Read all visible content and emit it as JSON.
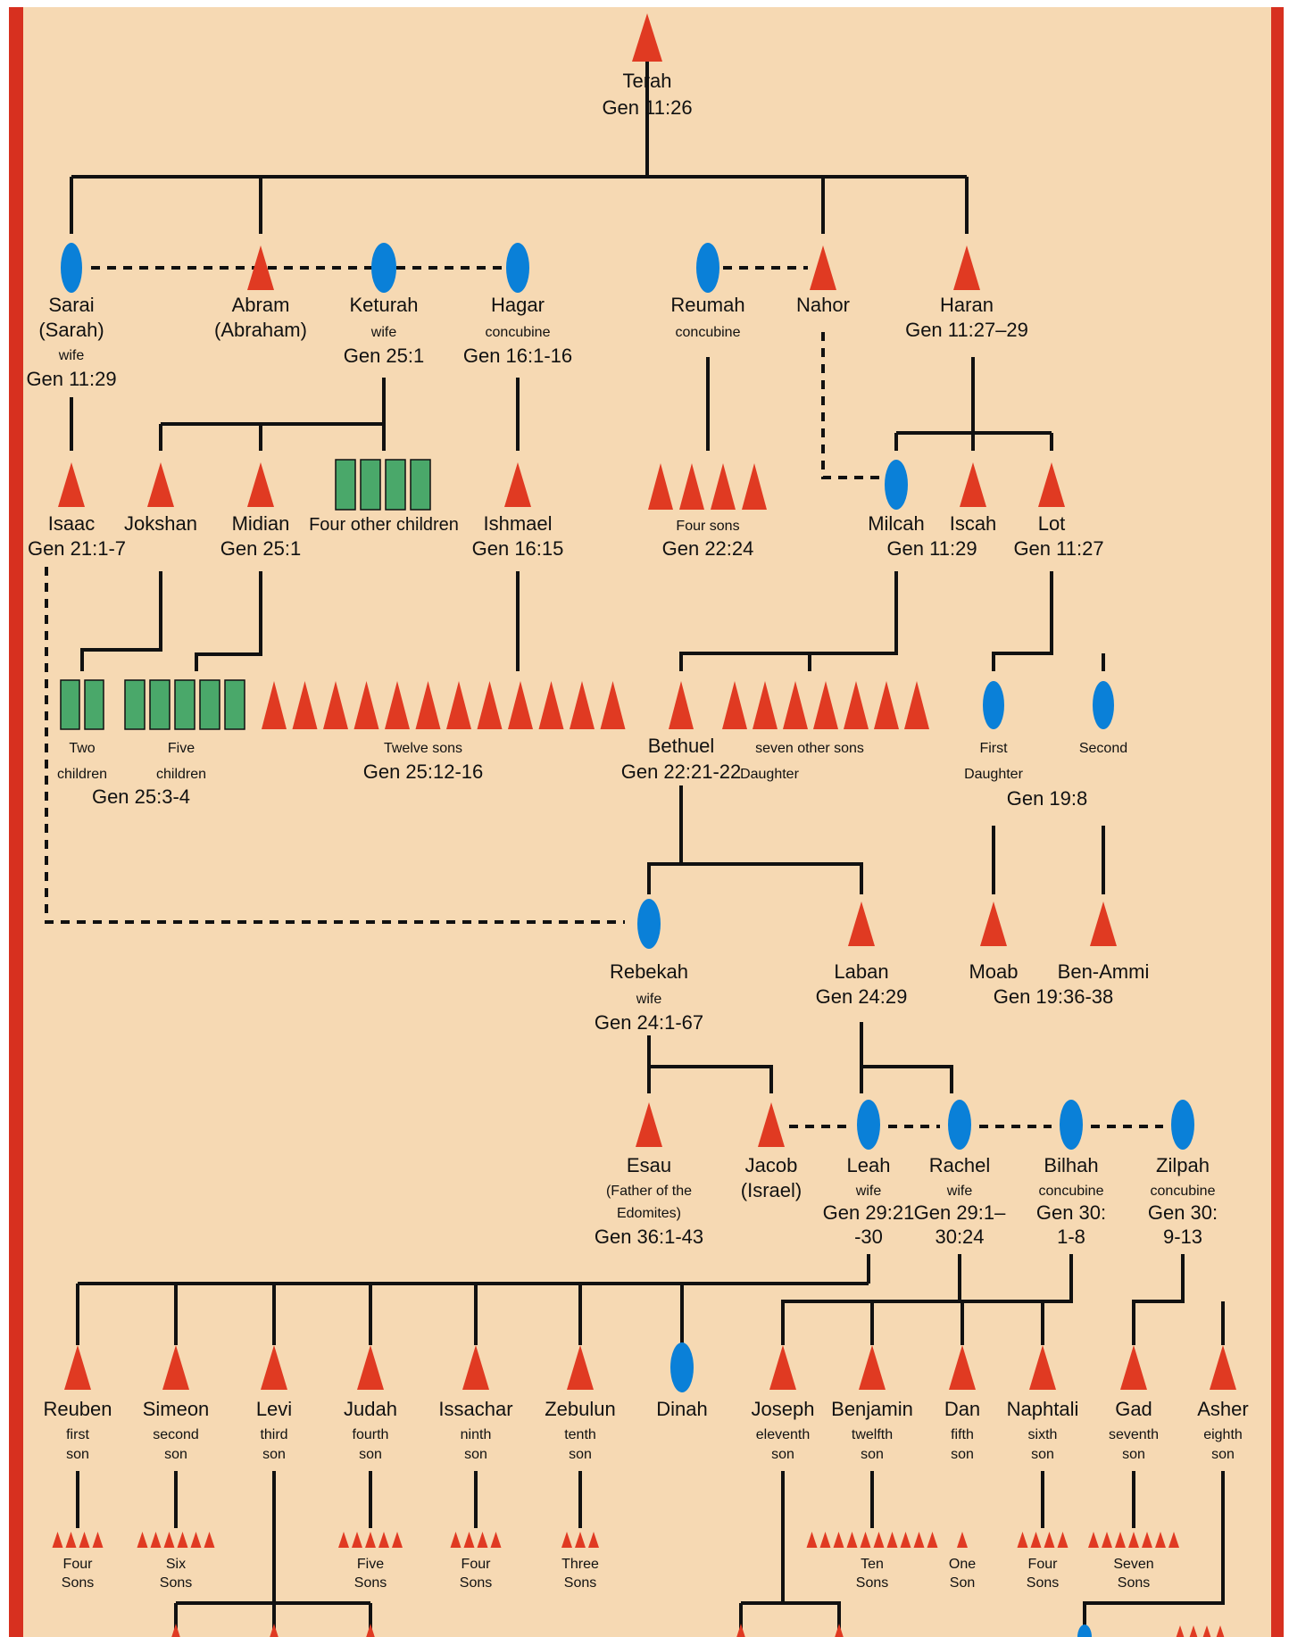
{
  "colors": {
    "background": "#f6d9b3",
    "border_red": "#d7301f",
    "male_triangle": "#e03a22",
    "female_oval": "#0a80d8",
    "unspecified_children": "#4aa86a",
    "line": "#111111"
  },
  "people": {
    "terah": {
      "name": "Terah",
      "ref": "Gen 11:26"
    },
    "sarai": {
      "name": "Sarai",
      "alt": "(Sarah)",
      "role": "wife",
      "ref": "Gen 11:29"
    },
    "abram": {
      "name": "Abram",
      "alt": "(Abraham)"
    },
    "keturah": {
      "name": "Keturah",
      "role": "wife",
      "ref": "Gen 25:1"
    },
    "hagar": {
      "name": "Hagar",
      "role": "concubine",
      "ref": "Gen 16:1-16"
    },
    "reumah": {
      "name": "Reumah",
      "role": "concubine"
    },
    "nahor": {
      "name": "Nahor"
    },
    "haran": {
      "name": "Haran",
      "ref": "Gen 11:27–29"
    },
    "isaac": {
      "name": "Isaac",
      "ref": "Gen 21:1-7"
    },
    "jokshan": {
      "name": "Jokshan"
    },
    "midian": {
      "name": "Midian",
      "ref": "Gen 25:1"
    },
    "four_other_children": {
      "name": "Four other children"
    },
    "ishmael": {
      "name": "Ishmael",
      "ref": "Gen 16:15"
    },
    "four_sons_nahor": {
      "name": "Four sons",
      "ref": "Gen 22:24"
    },
    "milcah": {
      "name": "Milcah",
      "ref": "Gen 11:29"
    },
    "iscah": {
      "name": "Iscah"
    },
    "lot": {
      "name": "Lot",
      "ref": "Gen 11:27"
    },
    "two_children": {
      "line1": "Two",
      "line2": "children"
    },
    "five_children": {
      "line1": "Five",
      "line2": "children"
    },
    "jokshan_midian_ref": "Gen 25:3-4",
    "twelve_sons": {
      "name": "Twelve sons",
      "ref": "Gen 25:12-16"
    },
    "bethuel": {
      "name": "Bethuel",
      "ref": "Gen 22:21-22"
    },
    "seven_other_sons": {
      "name": "seven other sons",
      "extra": "Daughter"
    },
    "first_daughter": {
      "line1": "First",
      "line2": "Daughter"
    },
    "second_daughter": {
      "line1": "Second"
    },
    "lot_daughters_ref": "Gen 19:8",
    "rebekah": {
      "name": "Rebekah",
      "role": "wife",
      "ref": "Gen 24:1-67"
    },
    "laban": {
      "name": "Laban",
      "ref": "Gen 24:29"
    },
    "moab": {
      "name": "Moab"
    },
    "ben_ammi": {
      "name": "Ben-Ammi"
    },
    "moab_ref": "Gen 19:36-38",
    "esau": {
      "name": "Esau",
      "note1": "(Father of the",
      "note2": "Edomites)",
      "ref": "Gen 36:1-43"
    },
    "jacob": {
      "name": "Jacob",
      "alt": "(Israel)"
    },
    "leah": {
      "name": "Leah",
      "role": "wife",
      "ref1": "Gen 29:21",
      "ref2": "-30"
    },
    "rachel": {
      "name": "Rachel",
      "role": "wife",
      "ref1": "Gen 29:1–",
      "ref2": "30:24"
    },
    "bilhah": {
      "name": "Bilhah",
      "role": "concubine",
      "ref1": "Gen 30:",
      "ref2": "1-8"
    },
    "zilpah": {
      "name": "Zilpah",
      "role": "concubine",
      "ref1": "Gen 30:",
      "ref2": "9-13"
    }
  },
  "tribes": [
    {
      "key": "reuben",
      "name": "Reuben",
      "ord": "first",
      "son": "son",
      "count": 4,
      "c1": "Four",
      "c2": "Sons"
    },
    {
      "key": "simeon",
      "name": "Simeon",
      "ord": "second",
      "son": "son",
      "count": 6,
      "c1": "Six",
      "c2": "Sons"
    },
    {
      "key": "levi",
      "name": "Levi",
      "ord": "third",
      "son": "son",
      "count": 0,
      "c1": "",
      "c2": ""
    },
    {
      "key": "judah",
      "name": "Judah",
      "ord": "fourth",
      "son": "son",
      "count": 5,
      "c1": "Five",
      "c2": "Sons"
    },
    {
      "key": "issachar",
      "name": "Issachar",
      "ord": "ninth",
      "son": "son",
      "count": 4,
      "c1": "Four",
      "c2": "Sons"
    },
    {
      "key": "zebulun",
      "name": "Zebulun",
      "ord": "tenth",
      "son": "son",
      "count": 3,
      "c1": "Three",
      "c2": "Sons"
    },
    {
      "key": "dinah",
      "name": "Dinah",
      "ord": "",
      "son": "",
      "count": 0,
      "c1": "",
      "c2": ""
    },
    {
      "key": "joseph",
      "name": "Joseph",
      "ord": "eleventh",
      "son": "son",
      "count": 0,
      "c1": "",
      "c2": ""
    },
    {
      "key": "benjamin",
      "name": "Benjamin",
      "ord": "twelfth",
      "son": "son",
      "count": 10,
      "c1": "Ten",
      "c2": "Sons"
    },
    {
      "key": "dan",
      "name": "Dan",
      "ord": "fifth",
      "son": "son",
      "count": 1,
      "c1": "One",
      "c2": "Son"
    },
    {
      "key": "naphtali",
      "name": "Naphtali",
      "ord": "sixth",
      "son": "son",
      "count": 4,
      "c1": "Four",
      "c2": "Sons"
    },
    {
      "key": "gad",
      "name": "Gad",
      "ord": "seventh",
      "son": "son",
      "count": 7,
      "c1": "Seven",
      "c2": "Sons"
    },
    {
      "key": "asher",
      "name": "Asher",
      "ord": "eighth",
      "son": "son",
      "count": 0,
      "c1": "",
      "c2": ""
    }
  ]
}
